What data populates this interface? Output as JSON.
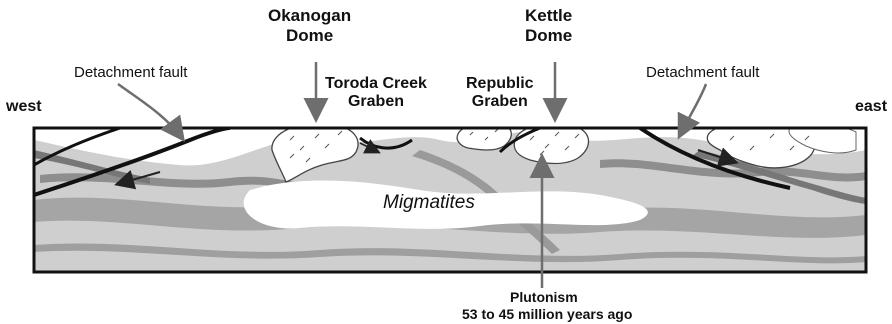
{
  "labels": {
    "okanogan_dome": "Okanogan\nDome",
    "kettle_dome": "Kettle\nDome",
    "toroda_creek_graben": "Toroda Creek\nGraben",
    "republic_graben": "Republic\nGraben",
    "detachment_fault_left": "Detachment fault",
    "detachment_fault_right": "Detachment fault",
    "west": "west",
    "east": "east",
    "migmatites": "Migmatites",
    "plutonism": "Plutonism",
    "plutonism_age": "53 to 45 million years ago"
  },
  "colors": {
    "background": "#ffffff",
    "box_outline": "#111111",
    "crust_light": "#d4d4d4",
    "crust_mid": "#b5b5b5",
    "crust_dark": "#8e8e8e",
    "migmatite_core": "#ffffff",
    "pluton_fill": "#ffffff",
    "fault_line": "#111111",
    "arrow": "#6e6e6e"
  }
}
